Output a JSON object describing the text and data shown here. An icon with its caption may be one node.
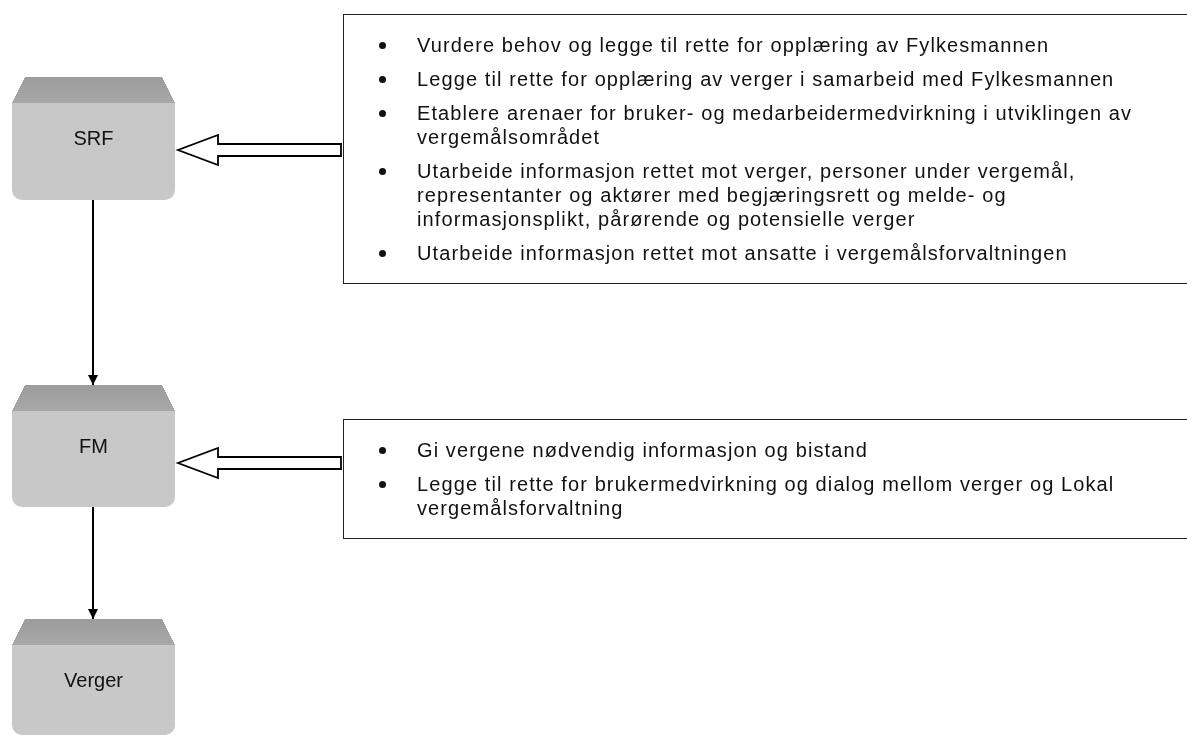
{
  "diagram": {
    "nodes": [
      {
        "text": [
          "SRF"
        ]
      },
      {
        "text": [
          "FM"
        ]
      },
      {
        "text": [
          "Verger"
        ]
      },
      {
        "text": [
          "Vurdere behov og legge til rette for opplæring av Fylkesmannen",
          "Legge til rette for opplæring av verger i samarbeid med Fylkesmannen",
          "Etablere arenaer for bruker- og medarbeidermedvirkning i utviklingen av vergemålsområdet",
          "Utarbeide informasjon rettet mot verger, personer under vergemål, representanter og aktører med begjæringsrett og melde- og informasjonsplikt, pårørende og potensielle verger",
          "Utarbeide informasjon rettet mot ansatte i vergemålsforvaltningen"
        ]
      },
      {
        "text": [
          "Gi vergene nødvendig informasjon og bistand",
          "Legge til rette for brukermedvirkning og dialog mellom verger og Lokal vergemålsforvaltning"
        ]
      }
    ],
    "edges": [
      {
        "from": 0,
        "to": 1,
        "arrow": "to"
      },
      {
        "from": 1,
        "to": 2,
        "arrow": "to"
      },
      {
        "from": 3,
        "to": 0,
        "arrow": "to",
        "style": "thick"
      },
      {
        "from": 4,
        "to": 1,
        "arrow": "to",
        "style": "thick"
      }
    ]
  }
}
